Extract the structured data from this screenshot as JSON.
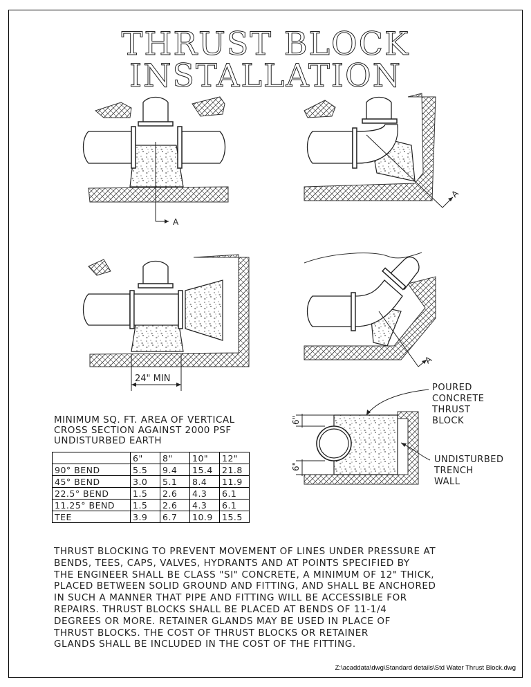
{
  "title": "THRUST BLOCK INSTALLATION",
  "section_marker": "A",
  "dimension_label": "24\" MIN",
  "section_view": {
    "dim_top": "6\"",
    "dim_bottom": "6\"",
    "poured_label": [
      "POURED",
      "CONCRETE",
      "THRUST",
      "BLOCK"
    ],
    "wall_label": [
      "UNDISTURBED",
      "TRENCH",
      "WALL"
    ]
  },
  "area_caption": [
    "MINIMUM SQ. FT. AREA OF VERTICAL",
    "CROSS SECTION AGAINST 2000 PSF",
    "UNDISTURBED EARTH"
  ],
  "area_table": {
    "columns": [
      "6\"",
      "8\"",
      "10\"",
      "12\""
    ],
    "rows": [
      {
        "label": "90° BEND",
        "values": [
          "5.5",
          "9.4",
          "15.4",
          "21.8"
        ]
      },
      {
        "label": "45° BEND",
        "values": [
          "3.0",
          "5.1",
          "8.4",
          "11.9"
        ]
      },
      {
        "label": "22.5° BEND",
        "values": [
          "1.5",
          "2.6",
          "4.3",
          "6.1"
        ]
      },
      {
        "label": "11.25° BEND",
        "values": [
          "1.5",
          "2.6",
          "4.3",
          "6.1"
        ]
      },
      {
        "label": "TEE",
        "values": [
          "3.9",
          "6.7",
          "10.9",
          "15.5"
        ]
      }
    ]
  },
  "note_lines": [
    "THRUST BLOCKING TO PREVENT MOVEMENT OF LINES UNDER PRESSURE AT",
    "BENDS, TEES, CAPS, VALVES, HYDRANTS AND AT POINTS SPECIFIED BY",
    "THE ENGINEER SHALL BE CLASS \"SI\" CONCRETE, A MINIMUM OF 12\" THICK,",
    "PLACED BETWEEN SOLID GROUND AND FITTING, AND SHALL BE ANCHORED",
    "IN SUCH A MANNER THAT PIPE AND FITTING WILL BE ACCESSIBLE FOR",
    "REPAIRS. THRUST BLOCKS SHALL BE PLACED AT BENDS OF 11-1/4",
    "DEGREES OR MORE. RETAINER GLANDS MAY BE USED IN PLACE OF",
    "THRUST BLOCKS. THE COST OF THRUST BLOCKS OR RETAINER",
    "GLANDS SHALL BE INCLUDED IN THE COST OF THE FITTING."
  ],
  "file_path": "Z:\\acaddata\\dwg\\Standard details\\Std Water Thrust Block.dwg"
}
